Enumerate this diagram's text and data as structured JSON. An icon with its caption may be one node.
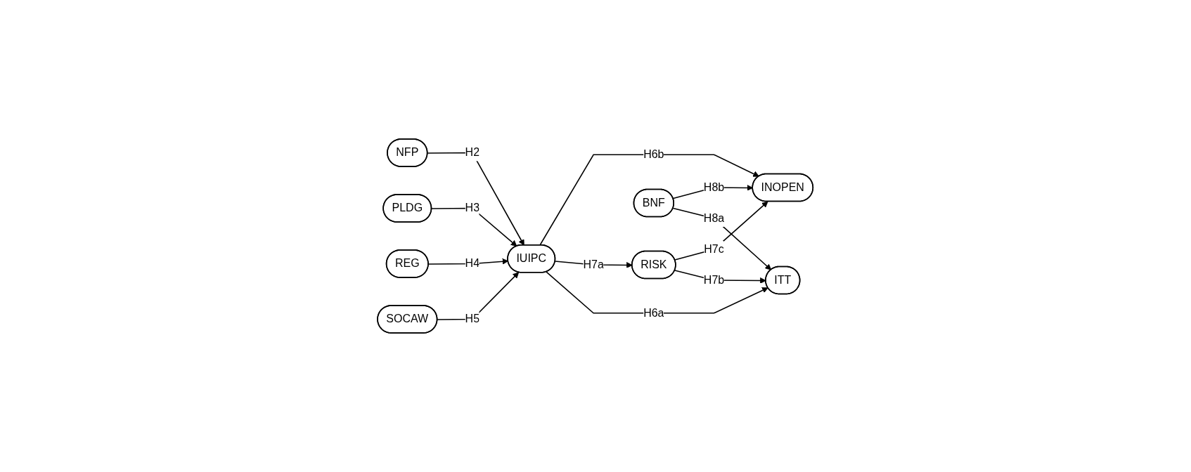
{
  "diagram": {
    "nodes": [
      {
        "text": [
          "NFP"
        ]
      },
      {
        "text": [
          "PLDG"
        ]
      },
      {
        "text": [
          "REG"
        ]
      },
      {
        "text": [
          "SOCAW"
        ]
      },
      {
        "text": [
          "IUIPC"
        ]
      },
      {
        "text": [
          "RISK"
        ]
      },
      {
        "text": [
          "INOPEN"
        ]
      },
      {
        "text": [
          "ITT"
        ]
      },
      {
        "text": [
          "BNF"
        ]
      }
    ],
    "edges": [
      {
        "from": 0,
        "to": 4,
        "arrow": "to",
        "label": "H2"
      },
      {
        "from": 1,
        "to": 4,
        "arrow": "to",
        "label": "H3"
      },
      {
        "from": 2,
        "to": 4,
        "arrow": "to",
        "label": "H4"
      },
      {
        "from": 3,
        "to": 4,
        "arrow": "to",
        "label": "H5"
      },
      {
        "from": 4,
        "to": 6,
        "arrow": "to",
        "label": "H6b"
      },
      {
        "from": 4,
        "to": 5,
        "arrow": "to",
        "label": "H7a"
      },
      {
        "from": 4,
        "to": 7,
        "arrow": "to",
        "label": "H6a"
      },
      {
        "from": 5,
        "to": 6,
        "arrow": "to",
        "label": "H7c"
      },
      {
        "from": 5,
        "to": 7,
        "arrow": "to",
        "label": "H7b"
      },
      {
        "from": 8,
        "to": 6,
        "arrow": "to",
        "label": "H8b"
      },
      {
        "from": 8,
        "to": 7,
        "arrow": "to",
        "label": "H8a"
      }
    ]
  }
}
